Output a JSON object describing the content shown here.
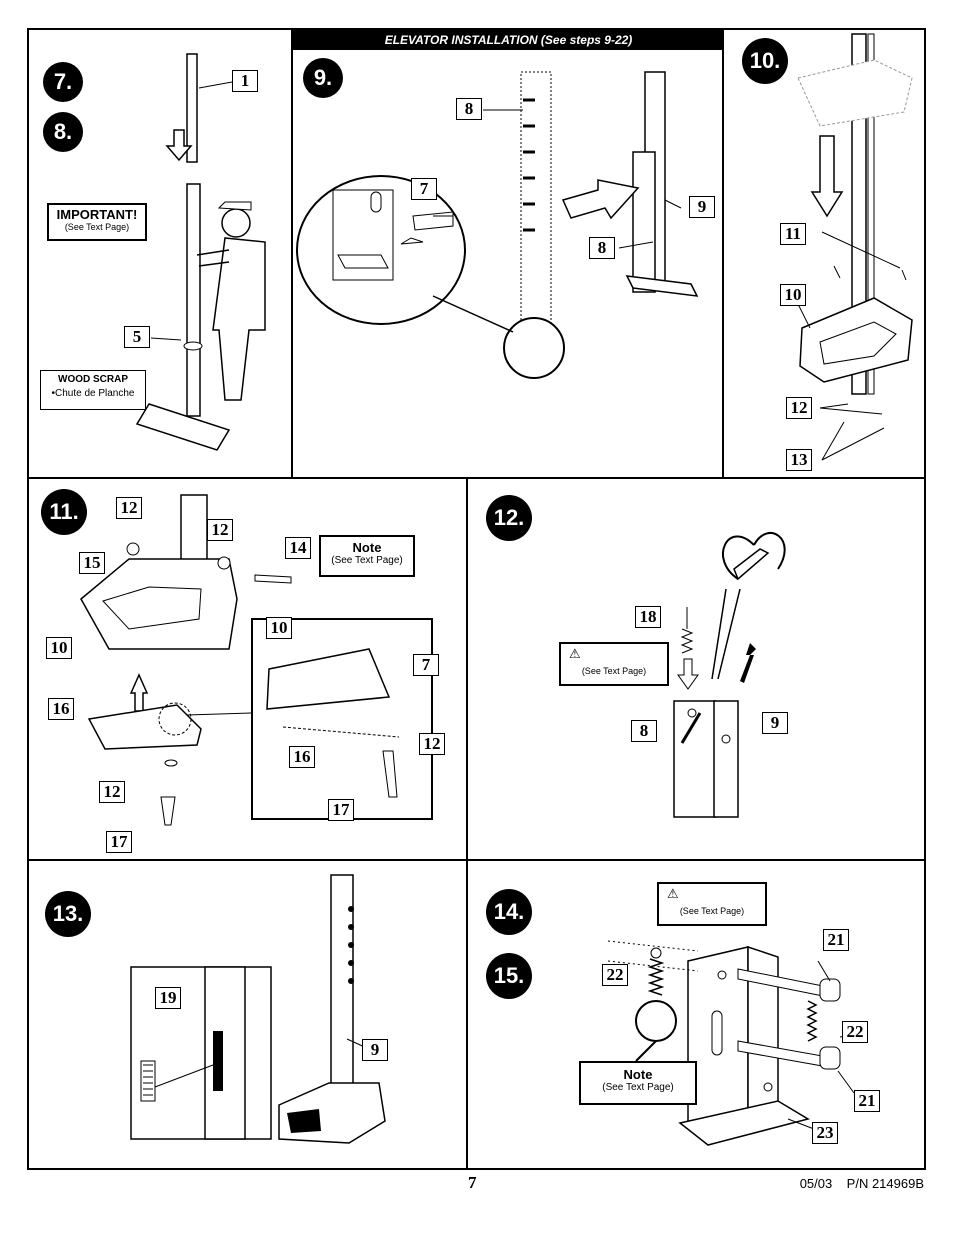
{
  "header": {
    "elevator_title": "ELEVATOR INSTALLATION (See steps 9-22)"
  },
  "steps": {
    "s7": "7.",
    "s8": "8.",
    "s9": "9.",
    "s10": "10.",
    "s11": "11.",
    "s12": "12.",
    "s13": "13.",
    "s14": "14.",
    "s15": "15."
  },
  "boxes": {
    "important_title": "IMPORTANT!",
    "important_sub": "(See Text Page)",
    "wood_title": "WOOD SCRAP",
    "wood_sub": "•Chute de Planche",
    "note_title": "Note",
    "note_sub": "(See Text Page)",
    "warn_sub": "(See Text Page)",
    "warn_icon": "⚠"
  },
  "callouts": {
    "p1": [
      "1",
      "5"
    ],
    "p9": [
      "8",
      "7",
      "9",
      "8"
    ],
    "p10": [
      "11",
      "10",
      "12",
      "13"
    ],
    "p11": [
      "12",
      "12",
      "14",
      "15",
      "10",
      "10",
      "7",
      "16",
      "16",
      "12",
      "12",
      "17",
      "17"
    ],
    "p12": [
      "18",
      "8",
      "9"
    ],
    "p13": [
      "19",
      "9"
    ],
    "p14": [
      "21",
      "22",
      "22",
      "21",
      "23"
    ]
  },
  "footer": {
    "page_number": "7",
    "part_number": "05/03    P/N 214969B"
  }
}
